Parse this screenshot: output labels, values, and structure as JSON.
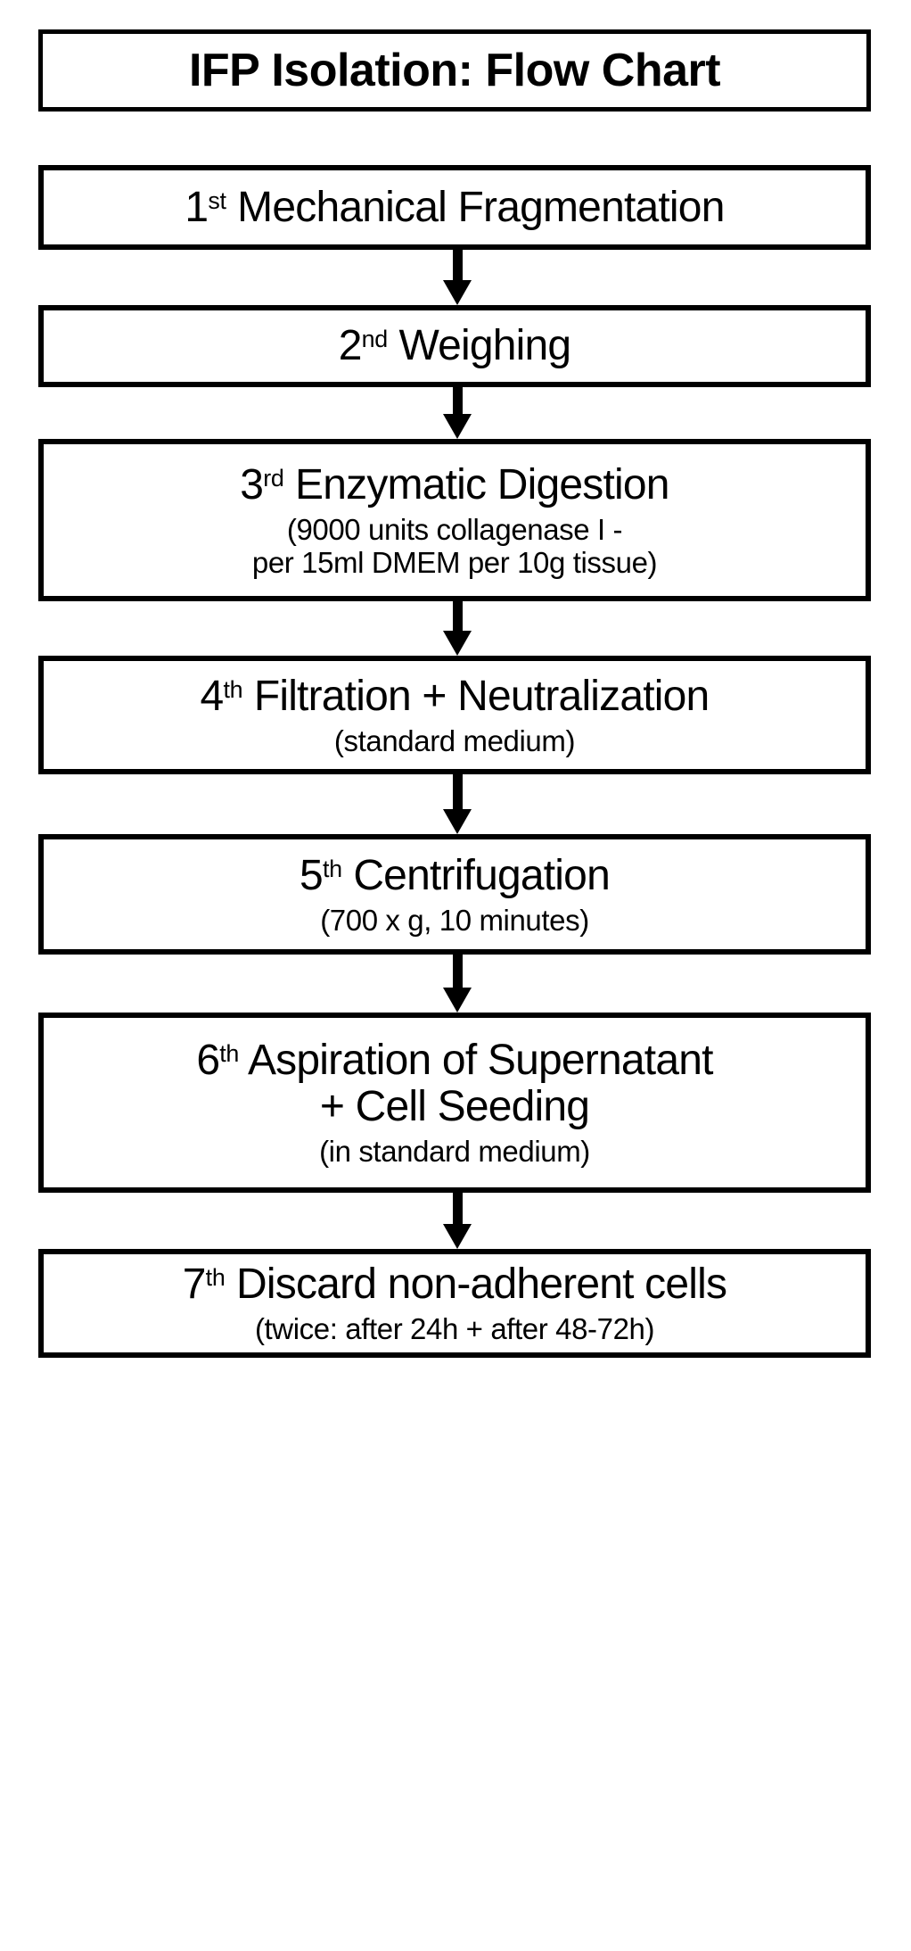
{
  "title": {
    "text": "IFP Isolation: Flow Chart"
  },
  "steps": [
    {
      "ordinal": "1",
      "ordinal_suffix": "st",
      "label": "Mechanical Fragmentation",
      "detail_lines": []
    },
    {
      "ordinal": "2",
      "ordinal_suffix": "nd",
      "label": "Weighing",
      "detail_lines": []
    },
    {
      "ordinal": "3",
      "ordinal_suffix": "rd",
      "label": "Enzymatic Digestion",
      "detail_lines": [
        "(9000 units collagenase I -",
        "per 15ml DMEM per 10g tissue)"
      ]
    },
    {
      "ordinal": "4",
      "ordinal_suffix": "th",
      "label": "Filtration + Neutralization",
      "detail_lines": [
        "(standard medium)"
      ]
    },
    {
      "ordinal": "5",
      "ordinal_suffix": "th",
      "label": "Centrifugation",
      "detail_lines": [
        "(700 x g, 10 minutes)"
      ]
    },
    {
      "ordinal": "6",
      "ordinal_suffix": "th",
      "label": "Aspiration of Supernatant",
      "label_line2": "+ Cell Seeding",
      "detail_lines": [
        "(in standard medium)"
      ]
    },
    {
      "ordinal": "7",
      "ordinal_suffix": "th",
      "label": "Discard non-adherent cells",
      "detail_lines": [
        "(twice: after 24h + after 48-72h)"
      ]
    }
  ],
  "connectors": [
    {
      "name": "arrow-step1-to-step2",
      "direction": "down"
    },
    {
      "name": "arrow-step2-to-step3",
      "direction": "down"
    },
    {
      "name": "arrow-step3-to-step4",
      "direction": "down"
    },
    {
      "name": "arrow-step4-to-step5",
      "direction": "down"
    },
    {
      "name": "arrow-step5-to-step6",
      "direction": "down"
    },
    {
      "name": "arrow-step6-to-step7",
      "direction": "down"
    }
  ],
  "colors": {
    "stroke": "#000000",
    "fill": "#ffffff",
    "text": "#000000"
  }
}
